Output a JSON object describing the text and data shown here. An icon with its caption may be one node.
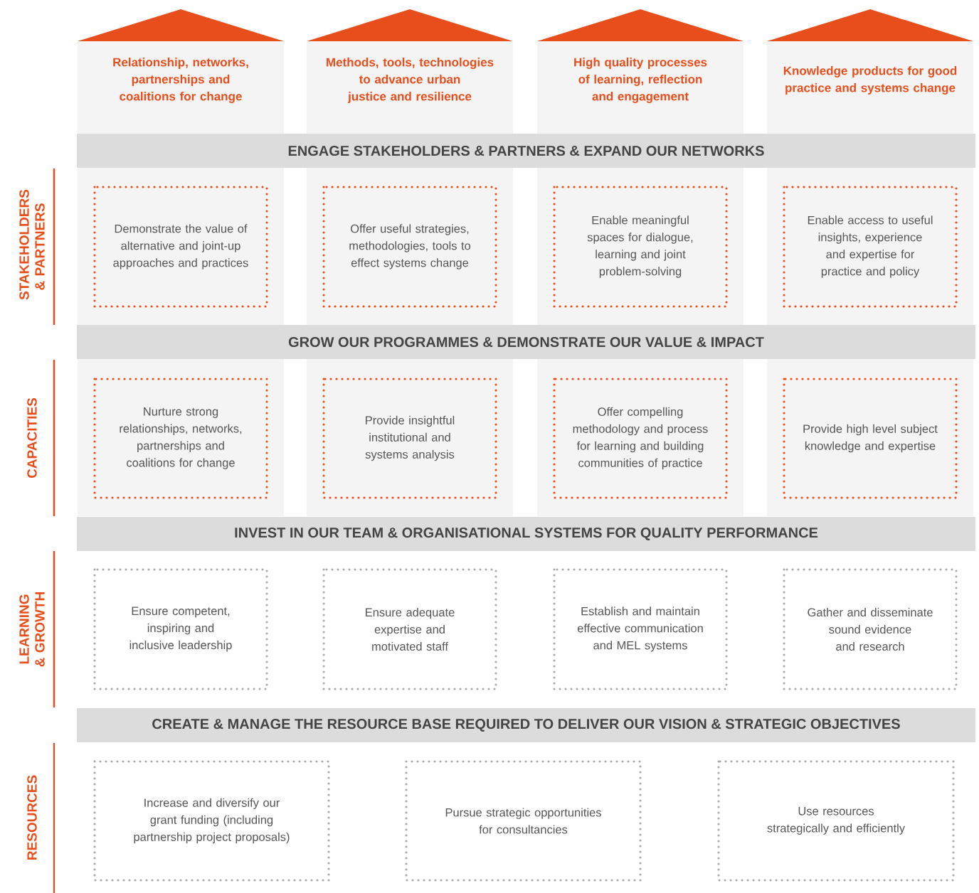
{
  "diagram": {
    "nodes": [
      {
        "text": [
          "Relationship, networks, partnerships and coalitions for change"
        ]
      },
      {
        "text": [
          "Methods, tools, technologies to advance urban justice and resilience"
        ]
      },
      {
        "text": [
          "High quality processes of learning, reflection and engagement"
        ]
      },
      {
        "text": [
          "Knowledge products for good practice and systems change"
        ]
      },
      {
        "text": [
          "ENGAGE STAKEHOLDERS & PARTNERS & EXPAND OUR NETWORKS"
        ]
      },
      {
        "text": [
          "Demonstrate the value of alternative and joint-up approaches and practices"
        ]
      },
      {
        "text": [
          "Offer useful strategies, methodologies, tools to effect systems change"
        ]
      },
      {
        "text": [
          "Enable meaningful spaces for dialogue, learning and joint problem-solving"
        ]
      },
      {
        "text": [
          "Enable access to useful insights, experience and expertise for practice and policy"
        ]
      },
      {
        "text": [
          "GROW OUR PROGRAMMES & DEMONSTRATE OUR VALUE & IMPACT"
        ]
      },
      {
        "text": [
          "Nurture strong relationships, networks, partnerships and coalitions for change"
        ]
      },
      {
        "text": [
          "Provide insightful institutional and systems analysis"
        ]
      },
      {
        "text": [
          "Offer compelling methodology and process for learning and building communities of practice"
        ]
      },
      {
        "text": [
          "Provide high level subject knowledge and expertise"
        ]
      },
      {
        "text": [
          "INVEST IN OUR TEAM & ORGANISATIONAL SYSTEMS FOR QUALITY PERFORMANCE"
        ]
      },
      {
        "text": [
          "Ensure competent, inspiring and inclusive leadership"
        ]
      },
      {
        "text": [
          "Ensure adequate expertise and motivated staff"
        ]
      },
      {
        "text": [
          "Establish and maintain effective communication and MEL systems"
        ]
      },
      {
        "text": [
          "Gather and disseminate sound evidence and research"
        ]
      },
      {
        "text": [
          "CREATE & MANAGE THE RESOURCE BASE REQUIRED TO DELIVER OUR VISION & STRATEGIC OBJECTIVES"
        ]
      },
      {
        "text": [
          "Increase and diversify our grant funding (including partnership project proposals)"
        ]
      },
      {
        "text": [
          "Pursue strategic opportunities for consultancies"
        ]
      },
      {
        "text": [
          "Use resources strategically and efficiently"
        ]
      }
    ],
    "labels": [
      "STAKEHOLDERS & PARTNERS",
      "CAPACITIES",
      "LEARNING & GROWTH",
      "RESOURCES"
    ]
  }
}
